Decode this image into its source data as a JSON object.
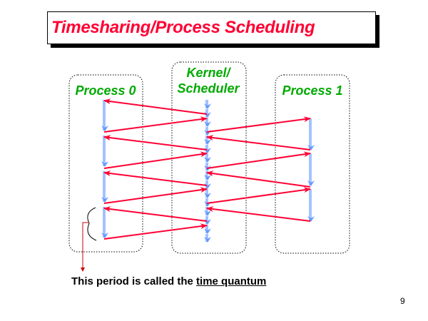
{
  "title": "Timesharing/Process Scheduling",
  "columns": [
    {
      "id": "process-0",
      "label": "Process 0"
    },
    {
      "id": "kernel",
      "label_line1": "Kernel/",
      "label_line2": "Scheduler"
    },
    {
      "id": "process-1",
      "label": "Process 1"
    }
  ],
  "caption": {
    "prefix": "This period is called the ",
    "term": "time quantum"
  },
  "page_number": "9",
  "colors": {
    "title": "#ff0033",
    "column_label": "#00aa00",
    "switch_arrow": "#ff0033",
    "execution_arrow": "#6699ff",
    "caption_pointer": "#cc0000"
  }
}
